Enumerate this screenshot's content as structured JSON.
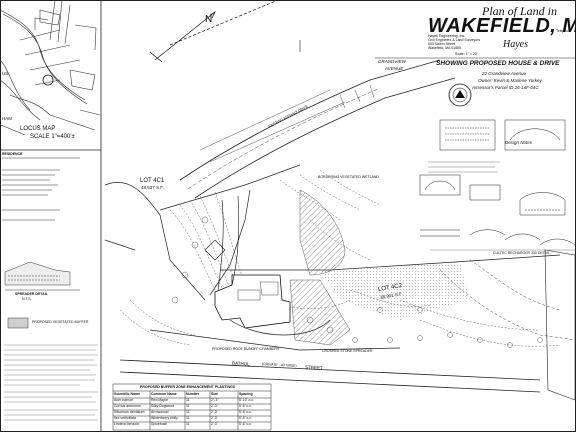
{
  "title": {
    "line1": "Plan of Land in",
    "line2": "WAKEFIELD, M",
    "subtitle": "SHOWING PROPOSED HOUSE & DRIVE",
    "address": "22 Grandview Avenue",
    "owner": "Owner: Kevin & Marlene Yorkey",
    "parcel": "Assessor's Parcel ID 26-14F-04C"
  },
  "firm": {
    "name": "Hayes Engineering, Inc.",
    "services": "Civil Engineers & Land Surveyors",
    "street": "603 Salem Street",
    "city": "Wakefield, MA 01880",
    "signature": "Hayes",
    "scale": "Scale: 1\" = 20'",
    "phone": "Telephon"
  },
  "locus": {
    "title": "LOCUS MAP",
    "scale": "SCALE 1\"=400'±",
    "place_us": "US",
    "place_ham": "HAM"
  },
  "streets": {
    "grandview": "GRANDVIEW",
    "avenue": "AVENUE",
    "bathol": "BATHOL",
    "bathol_note": "(PRIVATE - 40' WIDE)",
    "street": "STREET",
    "existing_drive": "EXISTING ASPHALT DRIVE"
  },
  "lots": {
    "lot_4c1": "LOT 4C1",
    "lot_4c1_area": "48,537 S.F.",
    "lot_4c2": "LOT 4C2",
    "lot_4c2_area": "38,901 S.F."
  },
  "labels": {
    "residence": "RESIDENCE",
    "spreader_detail": "SPREADER DETAIL",
    "nts": "N.T.S.",
    "vegetated_buffer": "PROPOSED VEGETATED BUFFER",
    "design_notes": "Design Notes",
    "cultec_detail": "CULTEC RECHARGER 330 DETAIL",
    "cultec_note": "PROPOSED ROOF RUNOFF CHAMBERS",
    "crushed_stone": "CRUSHED STONE SPREADER",
    "wetland_flag": "BORDERING VEGETATED WETLAND"
  },
  "table": {
    "title": "PROPOSED BUFFER ZONE ENHANCEMENT PLANTINGS",
    "headers": [
      "Scientific Name",
      "Common Name",
      "Number",
      "Size",
      "Spacing"
    ],
    "rows": [
      [
        "Acer rubrum",
        "Red Maple",
        "11",
        "2\"-3\"",
        "8'-10' o.c."
      ],
      [
        "Cornus amomum",
        "Silky Dogwood",
        "11",
        "2'-3'",
        "5'-6' o.c."
      ],
      [
        "Viburnum dentatum",
        "Arrowwood",
        "11",
        "2'-3'",
        "5'-6' o.c."
      ],
      [
        "Ilex verticillata",
        "Winterberry Holly",
        "11",
        "2'-3'",
        "5'-6' o.c."
      ],
      [
        "Lindera benzoin",
        "Spicebush",
        "11",
        "2'-3'",
        "5'-6' o.c."
      ]
    ]
  }
}
